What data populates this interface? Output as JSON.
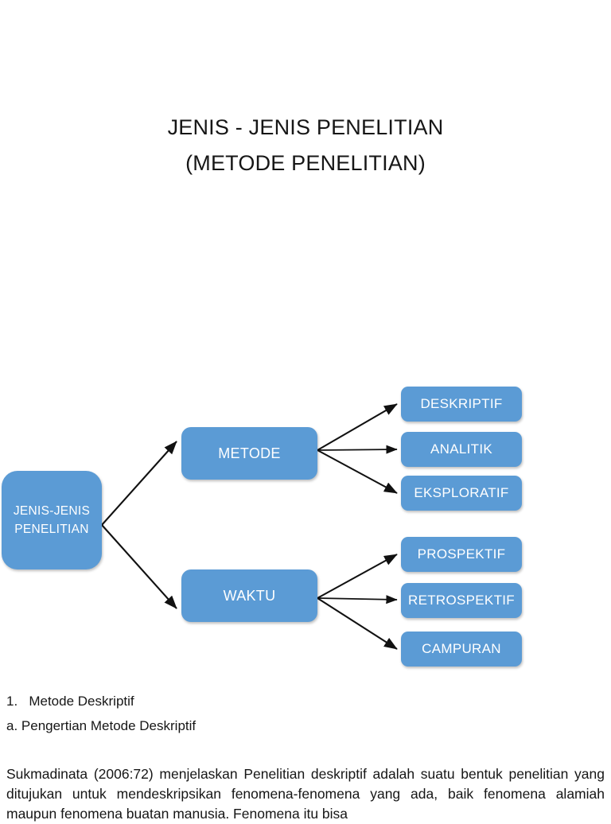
{
  "page": {
    "title_lines": [
      "JENIS - JENIS PENELITIAN",
      "(METODE PENELITIAN)"
    ]
  },
  "theme": {
    "node_fill": "#5B9BD5",
    "node_text": "#FFFFFF",
    "connector": "#111111",
    "page_background": "#FFFFFF",
    "body_text": "#161616"
  },
  "diagram": {
    "type": "tree",
    "root": {
      "label": "JENIS-JENIS PENELITIAN",
      "line1": "JENIS-JENIS",
      "line2": "PENELITIAN"
    },
    "branches": [
      {
        "label": "METODE",
        "children": [
          {
            "label": "DESKRIPTIF"
          },
          {
            "label": "ANALITIK"
          },
          {
            "label": "EKSPLORATIF"
          }
        ]
      },
      {
        "label": "WAKTU",
        "children": [
          {
            "label": "PROSPEKTIF"
          },
          {
            "label": "RETROSPEKTIF"
          },
          {
            "label": "CAMPURAN"
          }
        ]
      }
    ]
  },
  "content": {
    "list_items": [
      "1.   Metode Deskriptif",
      "a. Pengertian Metode Deskriptif"
    ],
    "paragraph": "Sukmadinata (2006:72) menjelaskan  Penelitian deskriptif adalah suatu bentuk penelitian yang ditujukan untuk mendeskripsikan fenomena-fenomena yang ada, baik fenomena alamiah maupun fenomena buatan manusia. Fenomena itu bisa"
  }
}
